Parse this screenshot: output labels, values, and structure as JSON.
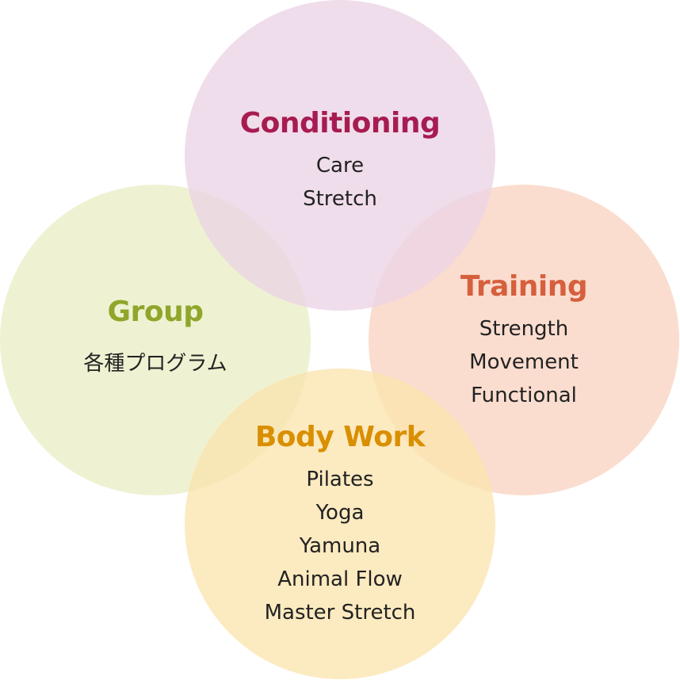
{
  "categories": {
    "conditioning": {
      "title": "Conditioning",
      "items": [
        "Care",
        "Stretch"
      ],
      "fill_color": "#ecd4e6",
      "title_color": "#a61c52"
    },
    "training": {
      "title": "Training",
      "items": [
        "Strength",
        "Movement",
        "Functional"
      ],
      "fill_color": "#f9d3c1",
      "title_color": "#d65f3d"
    },
    "group": {
      "title": "Group",
      "items": [
        "各種プログラム"
      ],
      "fill_color": "#e9eec5",
      "title_color": "#8fa62a"
    },
    "body_work": {
      "title": "Body Work",
      "items": [
        "Pilates",
        "Yoga",
        "Yamuna",
        "Animal Flow",
        "Master Stretch"
      ],
      "fill_color": "#fbe4ae",
      "title_color": "#d98f00"
    }
  }
}
